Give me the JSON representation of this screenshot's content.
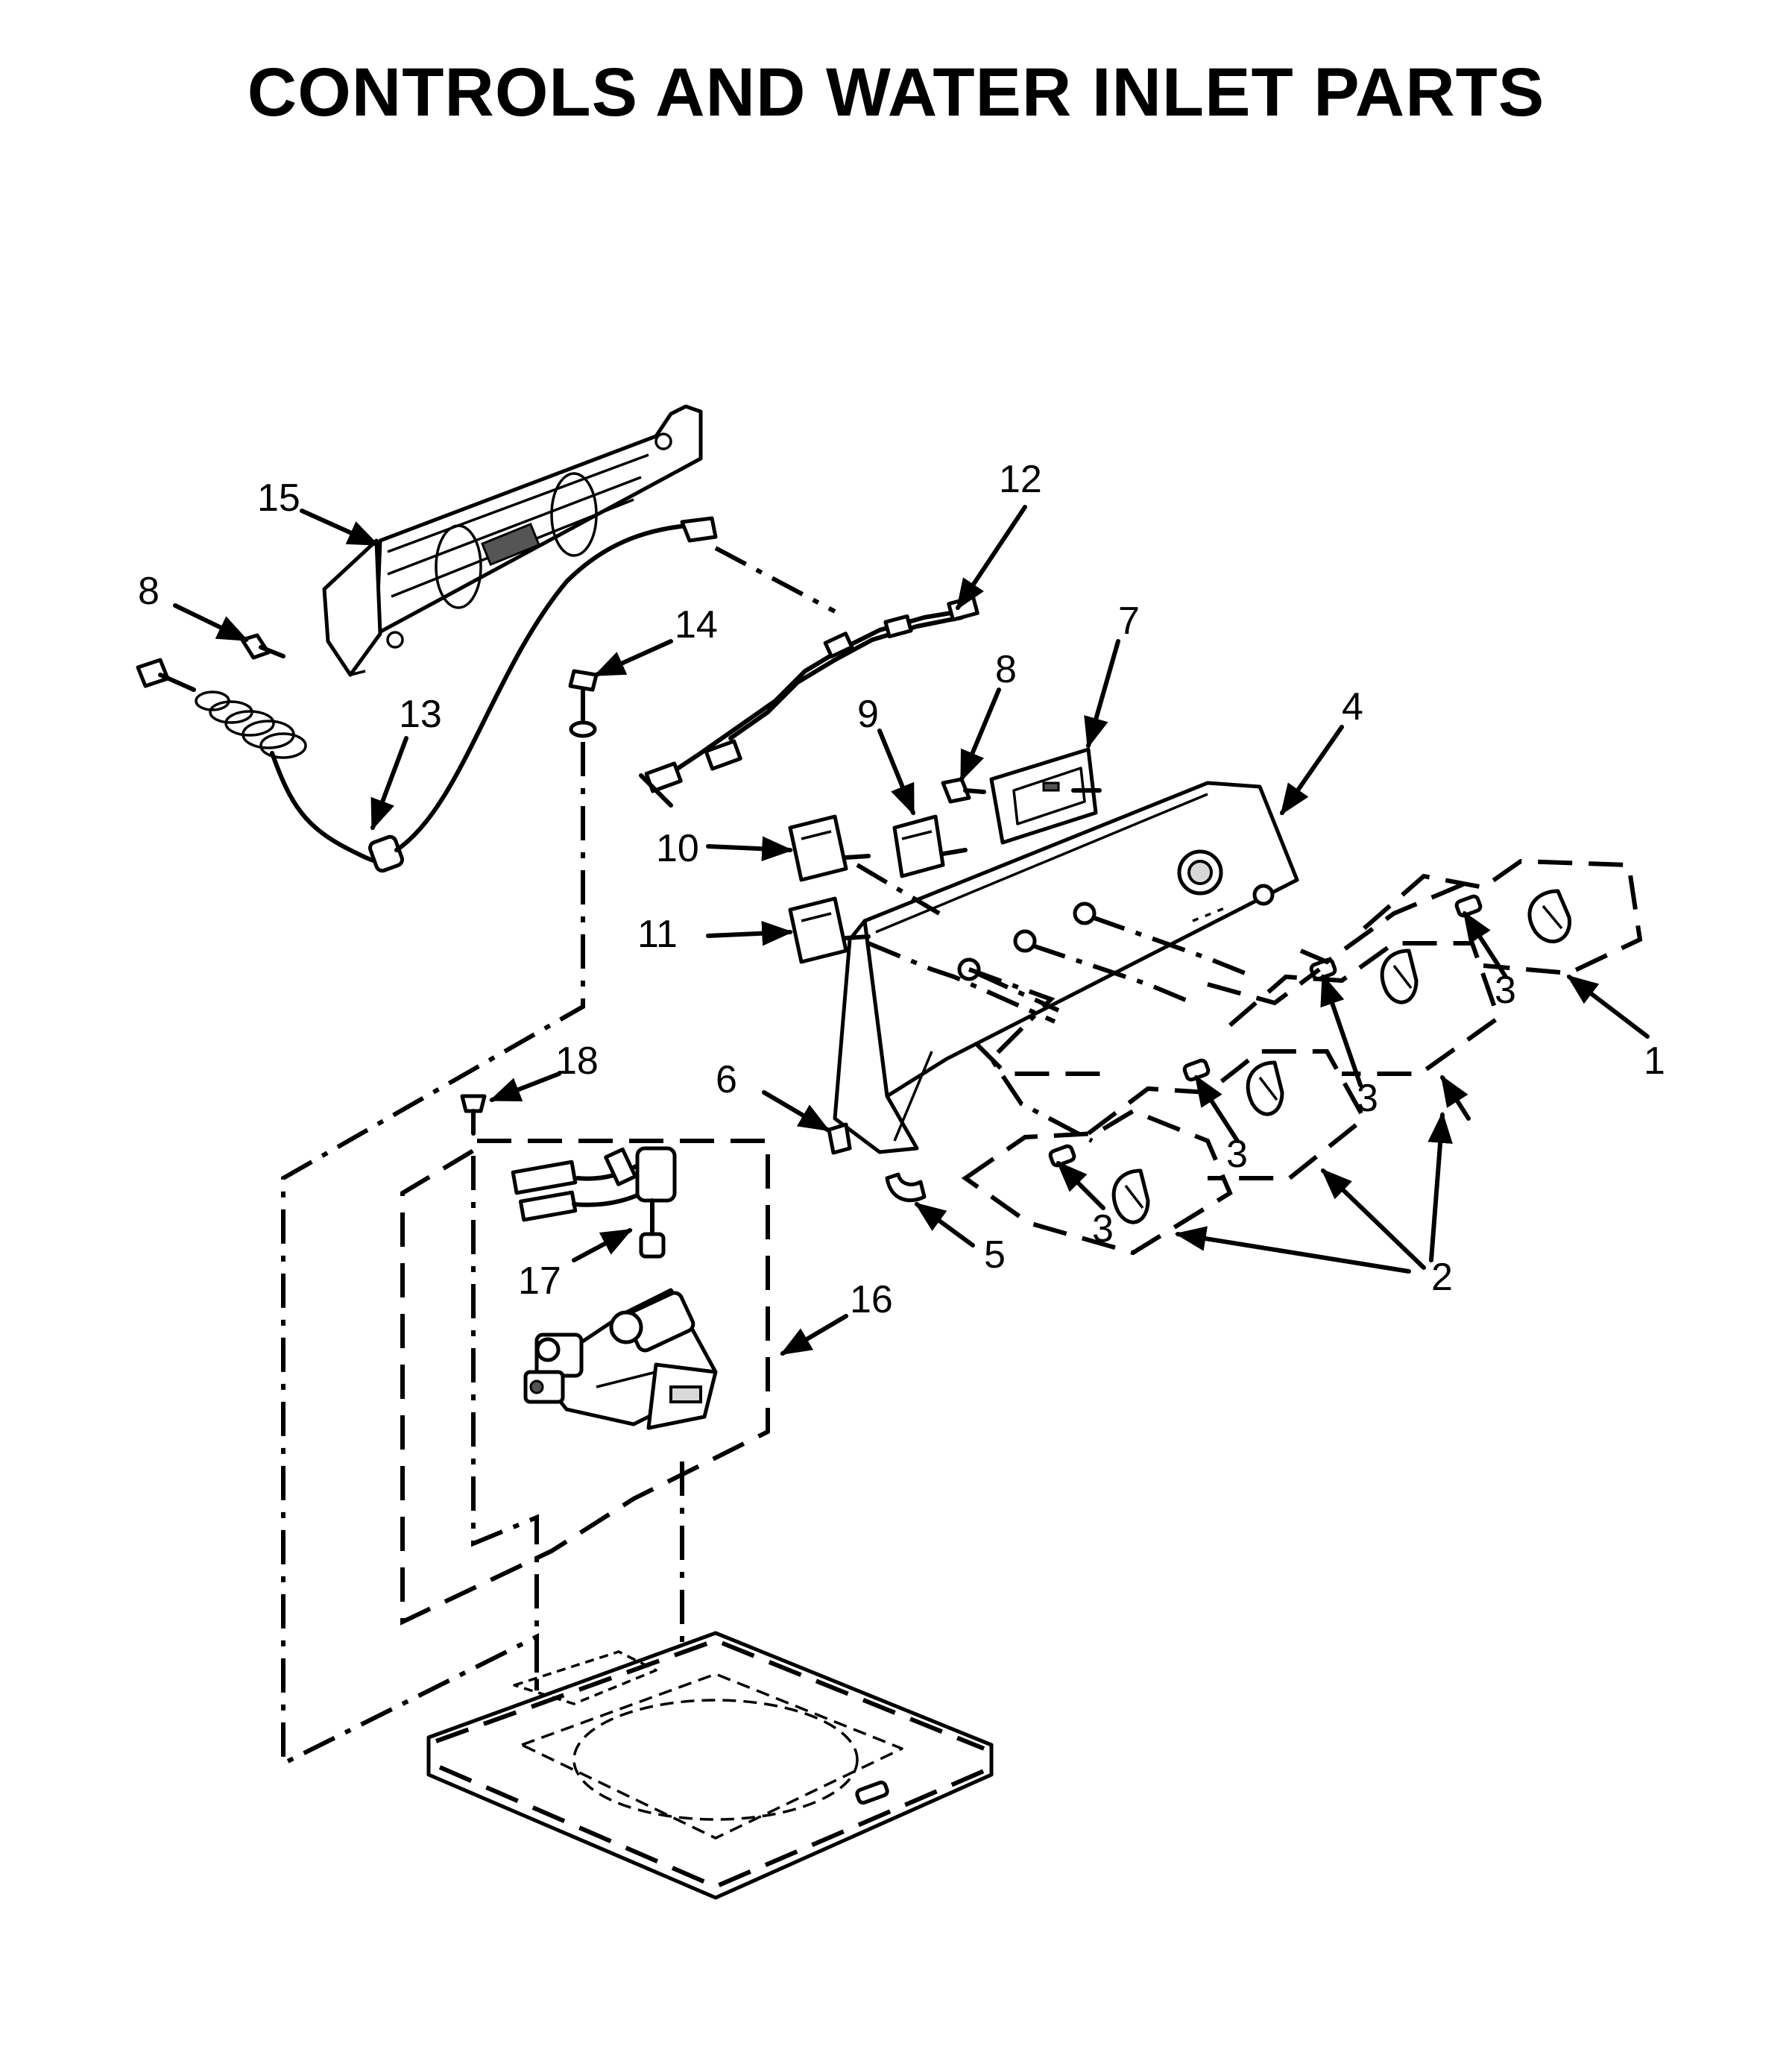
{
  "title": "CONTROLS AND WATER INLET PARTS",
  "callouts": {
    "c1": "1",
    "c2": "2",
    "c3a": "3",
    "c3b": "3",
    "c3c": "3",
    "c3d": "3",
    "c4": "4",
    "c5": "5",
    "c6": "6",
    "c7": "7",
    "c8a": "8",
    "c8b": "8",
    "c9": "9",
    "c10": "10",
    "c11": "11",
    "c12": "12",
    "c13": "13",
    "c14": "14",
    "c15": "15",
    "c16": "16",
    "c17": "17",
    "c18": "18"
  }
}
